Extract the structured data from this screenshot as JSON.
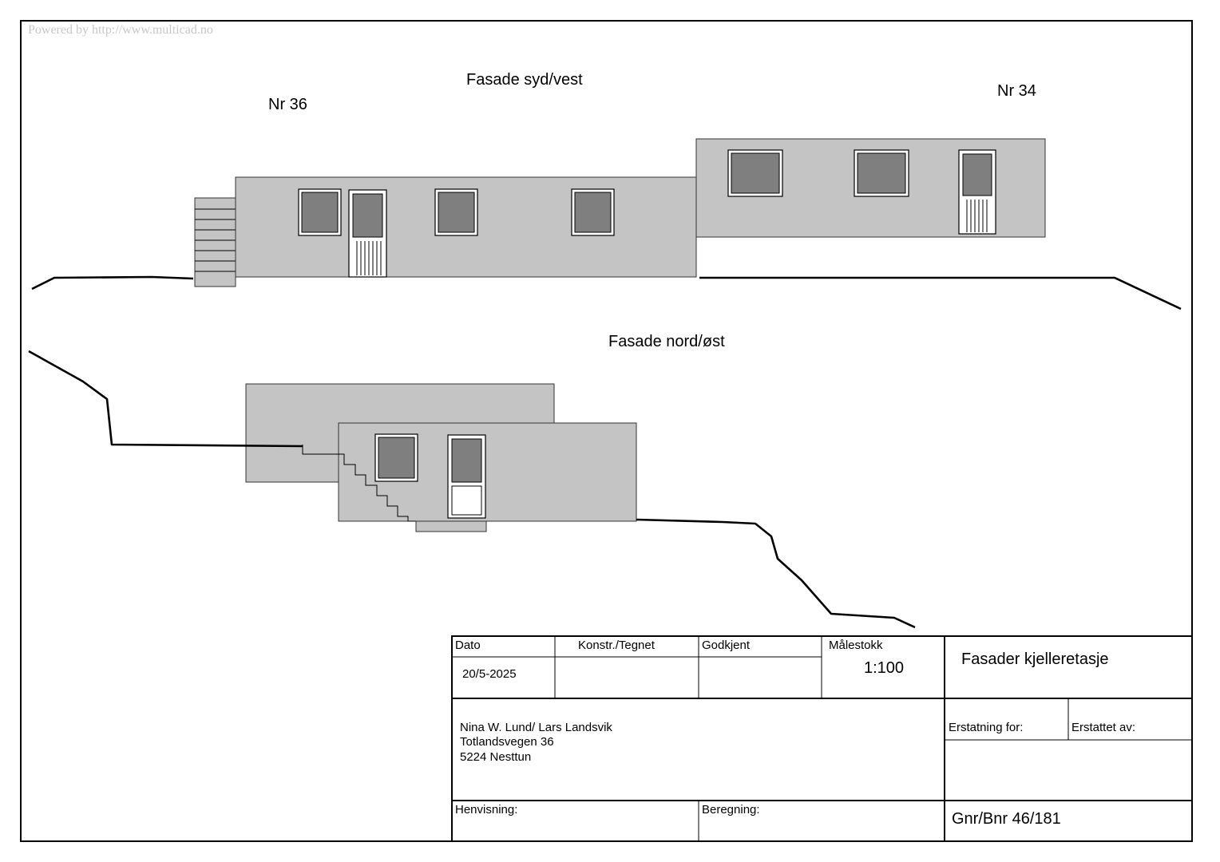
{
  "watermark": "Powered by http://www.multicad.no",
  "views": {
    "south_west_title": "Fasade syd/vest",
    "north_east_title": "Fasade nord/øst",
    "label_nr36": "Nr 36",
    "label_nr34": "Nr 34"
  },
  "title_block": {
    "date_label": "Dato",
    "date_value": "20/5-2025",
    "drawn_label": "Konstr./Tegnet",
    "approved_label": "Godkjent",
    "scale_label": "Målestokk",
    "scale_value": "1:100",
    "drawing_title": "Fasader kjelleretasje",
    "owner_line1": "Nina W. Lund/ Lars Landsvik",
    "owner_line2": "Totlandsvegen 36",
    "owner_line3": "5224 Nesttun",
    "replacement_for_label": "Erstatning for:",
    "replaced_by_label": "Erstattet av:",
    "reference_label": "Henvisning:",
    "calculation_label": "Beregning:",
    "property_id": "Gnr/Bnr 46/181"
  }
}
